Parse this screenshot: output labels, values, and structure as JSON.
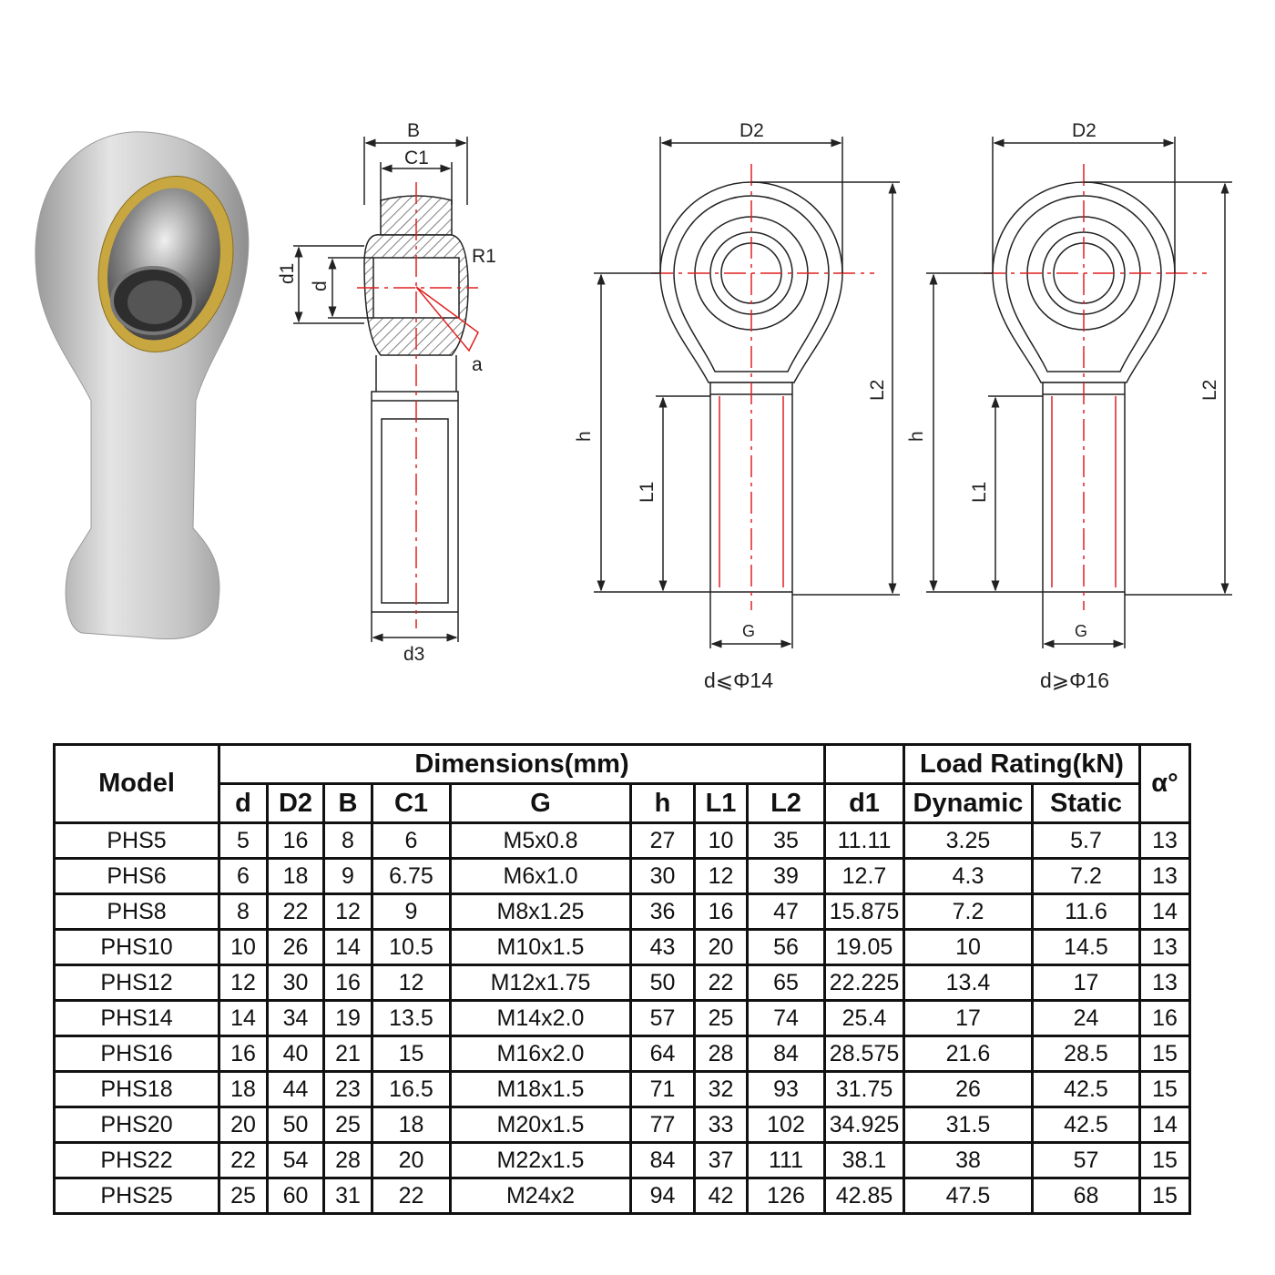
{
  "diagram": {
    "side_view": {
      "B": "B",
      "C1": "C1",
      "R1": "R1",
      "d1": "d1",
      "d": "d",
      "a": "a",
      "d3": "d3"
    },
    "front_small": {
      "D2": "D2",
      "L2": "L2",
      "h": "h",
      "L1": "L1",
      "G": "G",
      "caption": "d⩽Φ14"
    },
    "front_large": {
      "D2": "D2",
      "L2": "L2",
      "h": "h",
      "L1": "L1",
      "G": "G",
      "caption": "d⩾Φ16"
    },
    "colors": {
      "line": "#222222",
      "center": "#e02020",
      "bronze": "#c8a640",
      "steel": "#c9c9c9"
    }
  },
  "table": {
    "model_header": "Model",
    "dimensions_header": "Dimensions(mm)",
    "load_header": "Load Rating(kN)",
    "alpha_header": "α°",
    "columns": [
      "d",
      "D2",
      "B",
      "C1",
      "G",
      "h",
      "L1",
      "L2",
      "d1",
      "Dynamic",
      "Static"
    ],
    "rows": [
      [
        "PHS5",
        "5",
        "16",
        "8",
        "6",
        "M5x0.8",
        "27",
        "10",
        "35",
        "11.11",
        "3.25",
        "5.7",
        "13"
      ],
      [
        "PHS6",
        "6",
        "18",
        "9",
        "6.75",
        "M6x1.0",
        "30",
        "12",
        "39",
        "12.7",
        "4.3",
        "7.2",
        "13"
      ],
      [
        "PHS8",
        "8",
        "22",
        "12",
        "9",
        "M8x1.25",
        "36",
        "16",
        "47",
        "15.875",
        "7.2",
        "11.6",
        "14"
      ],
      [
        "PHS10",
        "10",
        "26",
        "14",
        "10.5",
        "M10x1.5",
        "43",
        "20",
        "56",
        "19.05",
        "10",
        "14.5",
        "13"
      ],
      [
        "PHS12",
        "12",
        "30",
        "16",
        "12",
        "M12x1.75",
        "50",
        "22",
        "65",
        "22.225",
        "13.4",
        "17",
        "13"
      ],
      [
        "PHS14",
        "14",
        "34",
        "19",
        "13.5",
        "M14x2.0",
        "57",
        "25",
        "74",
        "25.4",
        "17",
        "24",
        "16"
      ],
      [
        "PHS16",
        "16",
        "40",
        "21",
        "15",
        "M16x2.0",
        "64",
        "28",
        "84",
        "28.575",
        "21.6",
        "28.5",
        "15"
      ],
      [
        "PHS18",
        "18",
        "44",
        "23",
        "16.5",
        "M18x1.5",
        "71",
        "32",
        "93",
        "31.75",
        "26",
        "42.5",
        "15"
      ],
      [
        "PHS20",
        "20",
        "50",
        "25",
        "18",
        "M20x1.5",
        "77",
        "33",
        "102",
        "34.925",
        "31.5",
        "42.5",
        "14"
      ],
      [
        "PHS22",
        "22",
        "54",
        "28",
        "20",
        "M22x1.5",
        "84",
        "37",
        "111",
        "38.1",
        "38",
        "57",
        "15"
      ],
      [
        "PHS25",
        "25",
        "60",
        "31",
        "22",
        "M24x2",
        "94",
        "42",
        "126",
        "42.85",
        "47.5",
        "68",
        "15"
      ]
    ]
  }
}
